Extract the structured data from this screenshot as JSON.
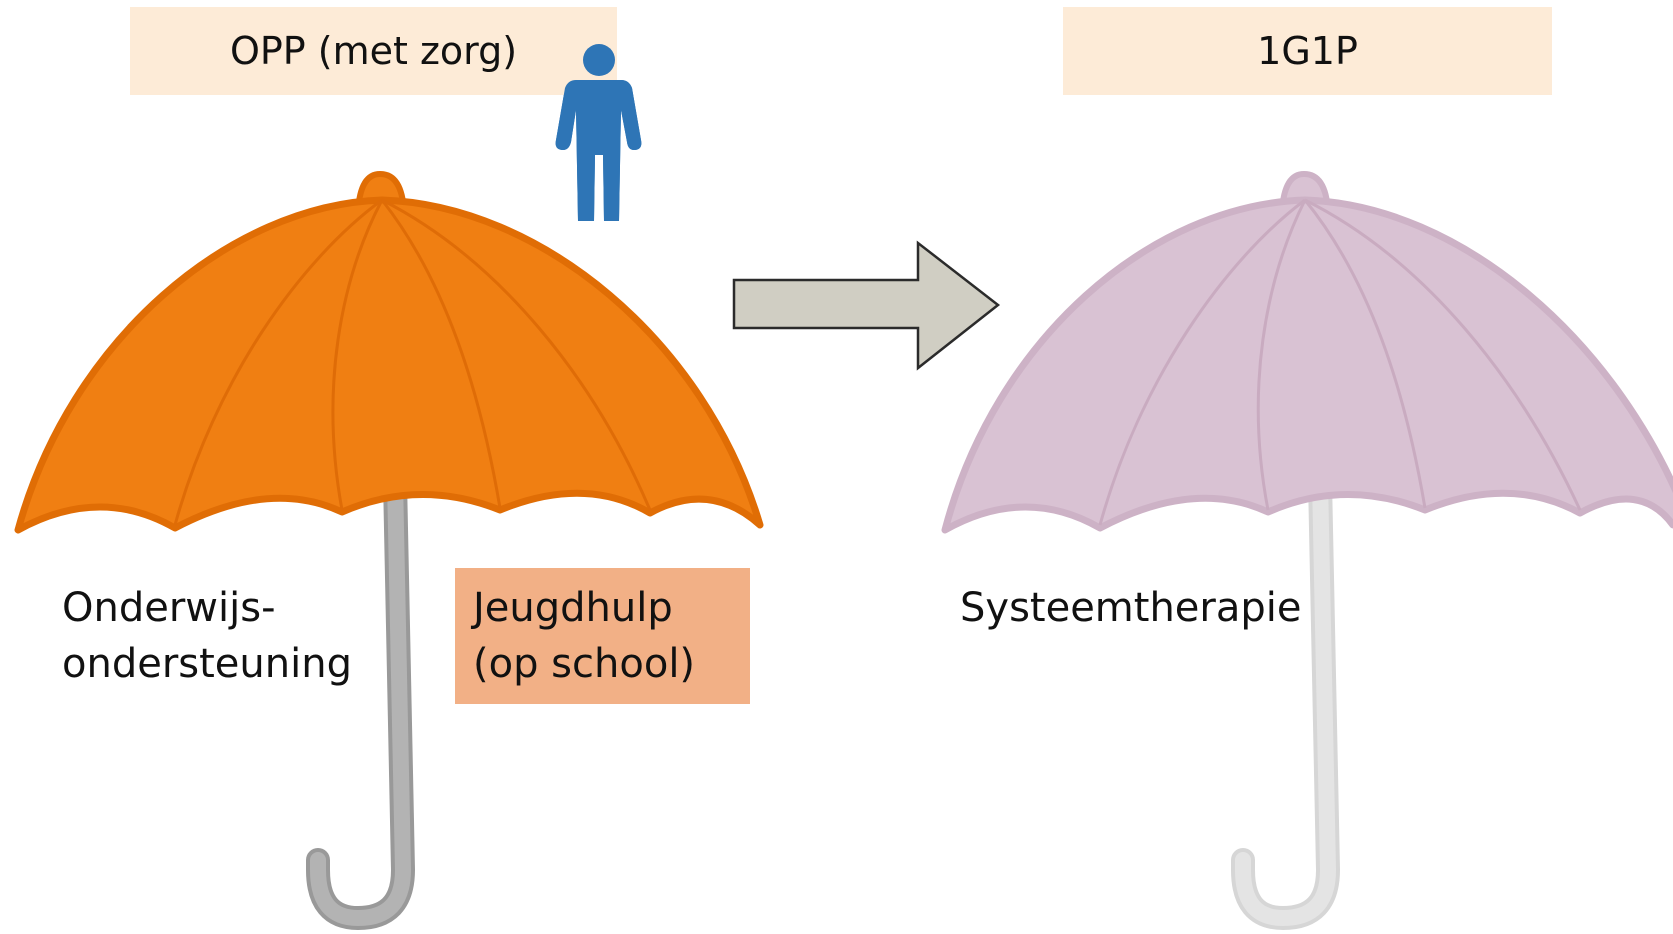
{
  "left_scheme": {
    "header": "OPP (met zorg)",
    "umbrella_color": "#f07f12",
    "handle_color": "#b3b3b3",
    "labels": {
      "onderwijs": "Onderwijs-\nondersteuning",
      "jeugdhulp": "Jeugdhulp\n(op school)"
    },
    "jeugdhulp_box_color": "#f2b086",
    "person_icon": "person-icon",
    "person_color": "#2e75b6"
  },
  "transition": {
    "icon": "arrow-right-icon",
    "color": "#d0cec3"
  },
  "right_scheme": {
    "header": "1G1P",
    "umbrella_color": "#d9c2d3",
    "handle_color": "#e4e4e4",
    "labels": {
      "systeem": "Systeemtherapie"
    }
  },
  "header_box_color": "#fdebd7"
}
